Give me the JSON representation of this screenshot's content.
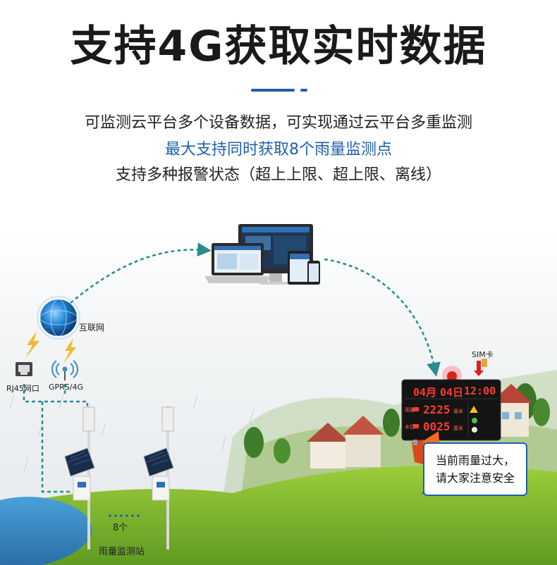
{
  "header": {
    "title": "支持4G获取实时数据",
    "line1": "可监测云平台多个设备数据，可实现通过云平台多重监测",
    "line2": "最大支持同时获取8个雨量监测点",
    "line3": "支持多种报警状态（超上上限、超上限、离线）"
  },
  "diagram": {
    "internet_label": "互联网",
    "rj45_label": "RJ45网口",
    "gprs_label": "GPRS/4G",
    "station_count": "8个",
    "station_label": "雨量监测站",
    "sim_label": "SIM卡"
  },
  "display_panel": {
    "month": "04月",
    "day": "04日",
    "time": "12:00",
    "rain_value": "2225",
    "level_value": "0025",
    "rain_label": "雨量",
    "level_label": "水位",
    "unit_mm": "毫米",
    "unit_cm": "厘米"
  },
  "alert": {
    "line1": "当前雨量过大，",
    "line2": "请大家注意安全"
  },
  "colors": {
    "accent": "#1f5fae",
    "connector": "#2a8c92",
    "led_red": "#ff3b2f"
  }
}
